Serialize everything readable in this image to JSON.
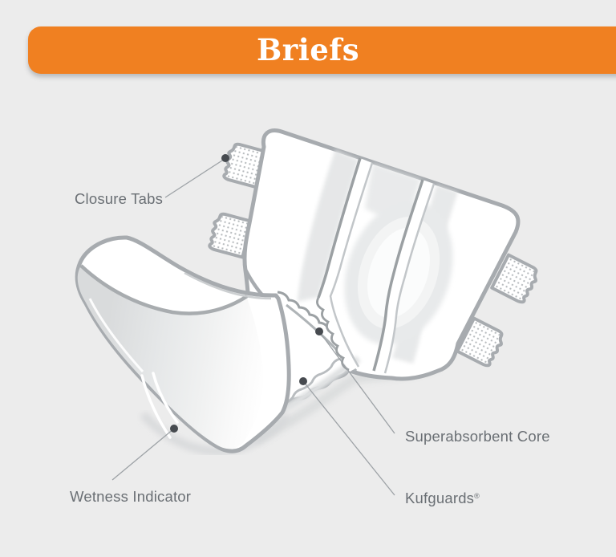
{
  "header": {
    "title": "Briefs"
  },
  "labels": {
    "closure_tabs": "Closure Tabs",
    "wetness_indicator": "Wetness Indicator",
    "superabsorbent_core": "Superabsorbent Core",
    "kufguards": "Kufguards",
    "kufguards_mark": "®"
  },
  "colors": {
    "accent_orange": "#F08021",
    "background": "#ECECEC",
    "illustration_outline": "#A7ABAF",
    "label_text": "#6A6F74",
    "callout_dot": "#474B50",
    "shading_gray": "#E0E2E3"
  }
}
